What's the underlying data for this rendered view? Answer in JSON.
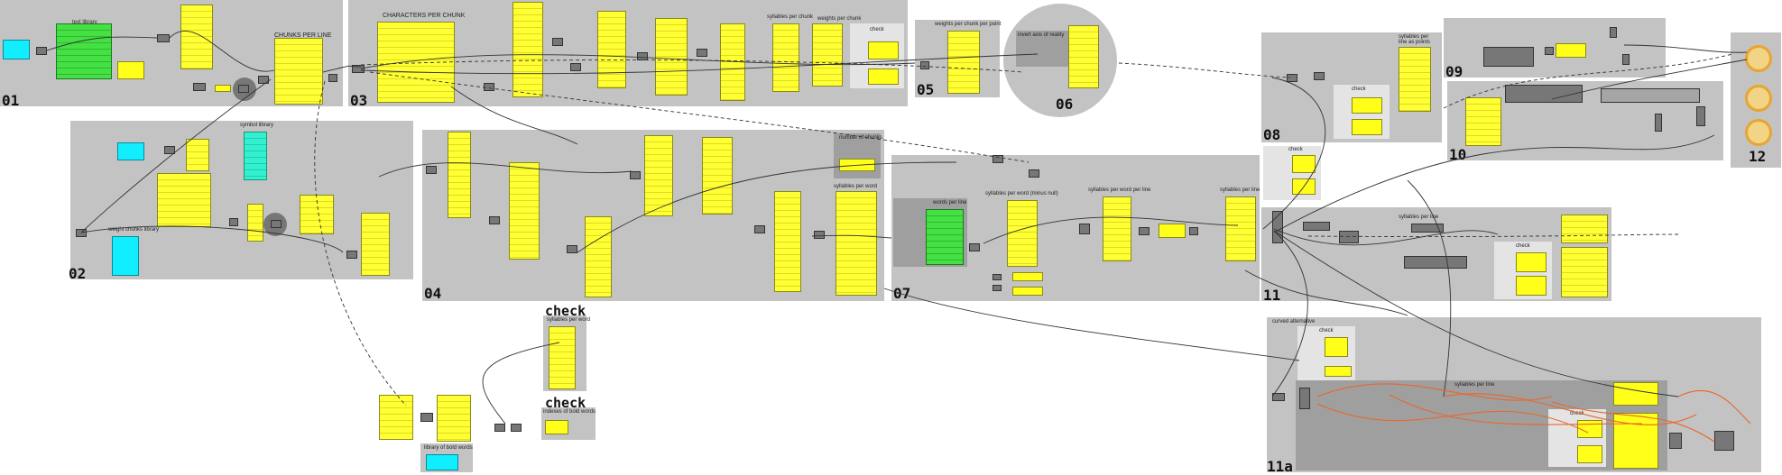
{
  "groups": {
    "g01": {
      "number": "01",
      "label": "text library",
      "label2": "CHUNKS PER LINE"
    },
    "g02": {
      "number": "02",
      "label": "symbol library",
      "label2": "weight chunks library"
    },
    "g03": {
      "number": "03",
      "label": "CHARACTERS PER CHUNK",
      "label2": "syllables per chunk",
      "label3": "weights per chunk",
      "check": "check"
    },
    "g04": {
      "number": "04",
      "label": "number of chunks",
      "label2": "syllables per word"
    },
    "g05": {
      "number": "05",
      "label": "weights per chunk per point"
    },
    "g06": {
      "number": "06",
      "label": "invert axis of reality"
    },
    "g07": {
      "number": "07",
      "label": "words per line",
      "label2": "syllables per word (minus null)",
      "label3": "syllables per word per line",
      "label4": "syllables per line"
    },
    "g08": {
      "number": "08",
      "label": "syllables per line as points",
      "check": "check"
    },
    "g09": {
      "number": "09"
    },
    "g10": {
      "number": "10"
    },
    "g11": {
      "number": "11",
      "label": "syllables per line",
      "check": "check",
      "check2": "check"
    },
    "g11a": {
      "number": "11a",
      "label": "curved alternative",
      "label2": "syllables per line",
      "check": "check",
      "check2": "check"
    },
    "g12": {
      "number": "12"
    },
    "checkA": {
      "big": "check",
      "label": "syllables per word"
    },
    "checkB": {
      "big": "check",
      "label": "indexes of bold words"
    },
    "boldLib": {
      "label": "library of bold words"
    }
  },
  "colors": {
    "canvas": "#ffffff",
    "group": "#c3c3c3",
    "panel_yellow": "#ffff33",
    "panel_green": "#33dd33",
    "panel_cyan": "#11eeff",
    "wire_orange": "#e8672a",
    "ring_orange": "#e8a530"
  },
  "icons": [
    "component-node",
    "wire",
    "scribble-group",
    "panel"
  ]
}
